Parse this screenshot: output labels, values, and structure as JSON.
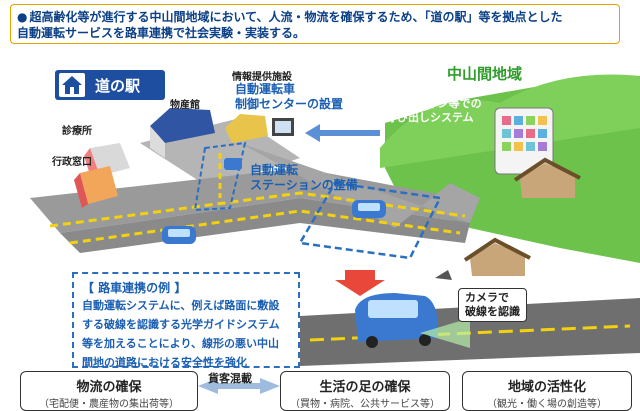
{
  "headline": {
    "bullet": "●",
    "line1": "超高齢化等が進行する中山間地域において、人流・物流を確保するため、「道の駅」等を拠点とした",
    "line2": "自動運転サービスを路車連携で社会実験・実装する。"
  },
  "station": {
    "label": "道の駅"
  },
  "labels": {
    "shop": "物産館",
    "clinic": "診療所",
    "admin": "行政窓口",
    "info_facility": "情報提供施設",
    "control_center_1": "自動運転車",
    "control_center_2": "制御センターの設置",
    "station_1": "自動運転",
    "station_2": "ステーションの整備",
    "region": "中山間地域",
    "smartphone_1": "スマートフォン等での",
    "smartphone_2": "呼び出しシステム",
    "camera_1": "カメラで",
    "camera_2": "破線を認識"
  },
  "callout": {
    "title": "【 路車連携の例 】",
    "lines": [
      "自動運転システムに、例えば路面に敷設",
      "する破線を認識する光学ガイドシステム",
      "等を加えることにより、線形の悪い中山",
      "間地の道路における安全性を強化"
    ]
  },
  "bottom": {
    "box1_title": "物流の確保",
    "box1_sub": "（宅配便・農産物の集出荷等）",
    "mixed": "貨客混載",
    "box2_title": "生活の足の確保",
    "box2_sub": "（買物・病院、公共サービス等）",
    "box3_title": "地域の活性化",
    "box3_sub": "（観光・働く場の創造等）"
  },
  "colors": {
    "accent_blue": "#1b5fb3",
    "headline_border": "#e5a100",
    "region_green": "#6cc24a",
    "region_label": "#2e9d2a",
    "road": "#8a8a8a",
    "road_line": "#f2d20e",
    "arrow_red": "#e8473a"
  }
}
